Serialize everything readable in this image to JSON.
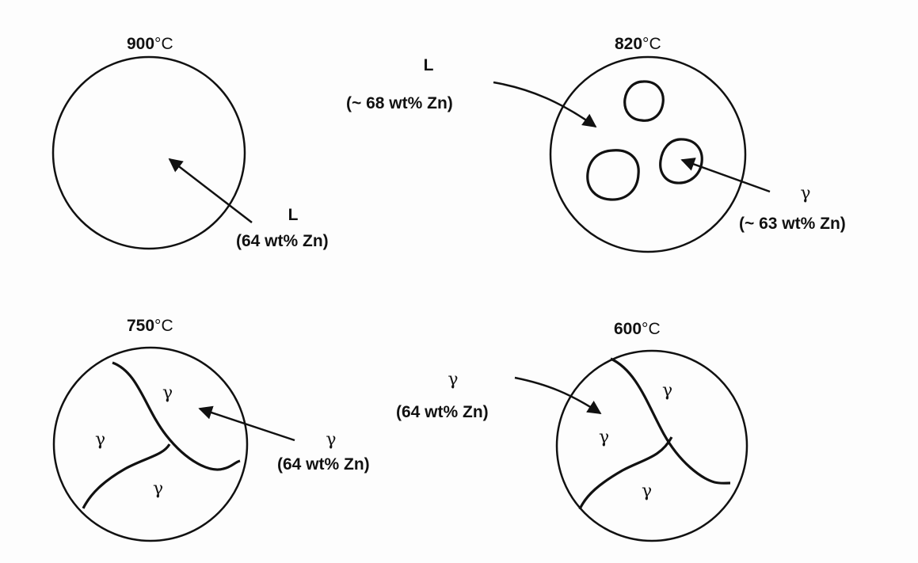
{
  "panels": {
    "p900": {
      "temp_value": "900",
      "temp_unit": "°C",
      "phase": "L",
      "composition": "(64 wt% Zn)"
    },
    "p820": {
      "temp_value": "820",
      "temp_unit": "°C",
      "liquid_phase": "L",
      "liquid_composition": "(~ 68 wt% Zn)",
      "solid_phase": "γ",
      "solid_composition": "(~ 63 wt% Zn)"
    },
    "p750": {
      "temp_value": "750",
      "temp_unit": "°C",
      "grain_labels": [
        "γ",
        "γ",
        "γ"
      ],
      "phase": "γ",
      "composition": "(64 wt% Zn)"
    },
    "p600": {
      "temp_value": "600",
      "temp_unit": "°C",
      "grain_labels": [
        "γ",
        "γ",
        "γ"
      ],
      "phase": "γ",
      "composition": "(64 wt% Zn)"
    }
  }
}
